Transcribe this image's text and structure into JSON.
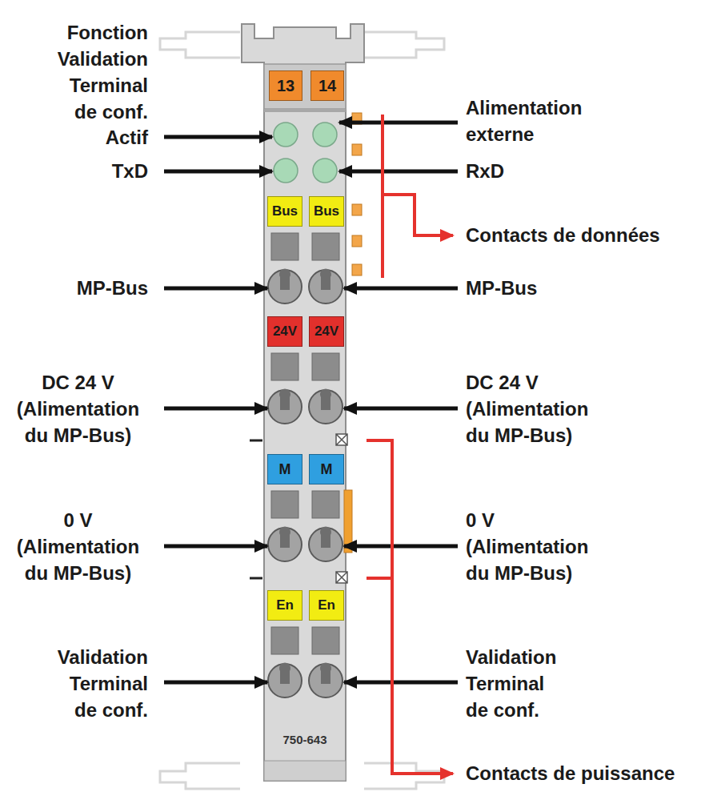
{
  "diagram": {
    "nodes": [
      {
        "text": [
          "13"
        ]
      },
      {
        "text": [
          "14"
        ]
      },
      {
        "text": [
          "Bus"
        ]
      },
      {
        "text": [
          "Bus"
        ]
      },
      {
        "text": [
          "24V"
        ]
      },
      {
        "text": [
          "24V"
        ]
      },
      {
        "text": [
          "M"
        ]
      },
      {
        "text": [
          "M"
        ]
      },
      {
        "text": [
          "En"
        ]
      },
      {
        "text": [
          "En"
        ]
      }
    ],
    "labels": [
      "Fonction Validation Terminal de conf.",
      "Alimentation externe",
      "Actif",
      "TxD",
      "RxD",
      "Contacts de données",
      "MP-Bus",
      "MP-Bus",
      "DC 24 V (Alimentation du MP-Bus)",
      "DC 24 V (Alimentation du MP-Bus)",
      "0 V (Alimentation du MP-Bus)",
      "0 V (Alimentation du MP-Bus)",
      "Validation Terminal de conf.",
      "Validation Terminal de conf.",
      "750-643",
      "Contacts de puissance"
    ]
  }
}
